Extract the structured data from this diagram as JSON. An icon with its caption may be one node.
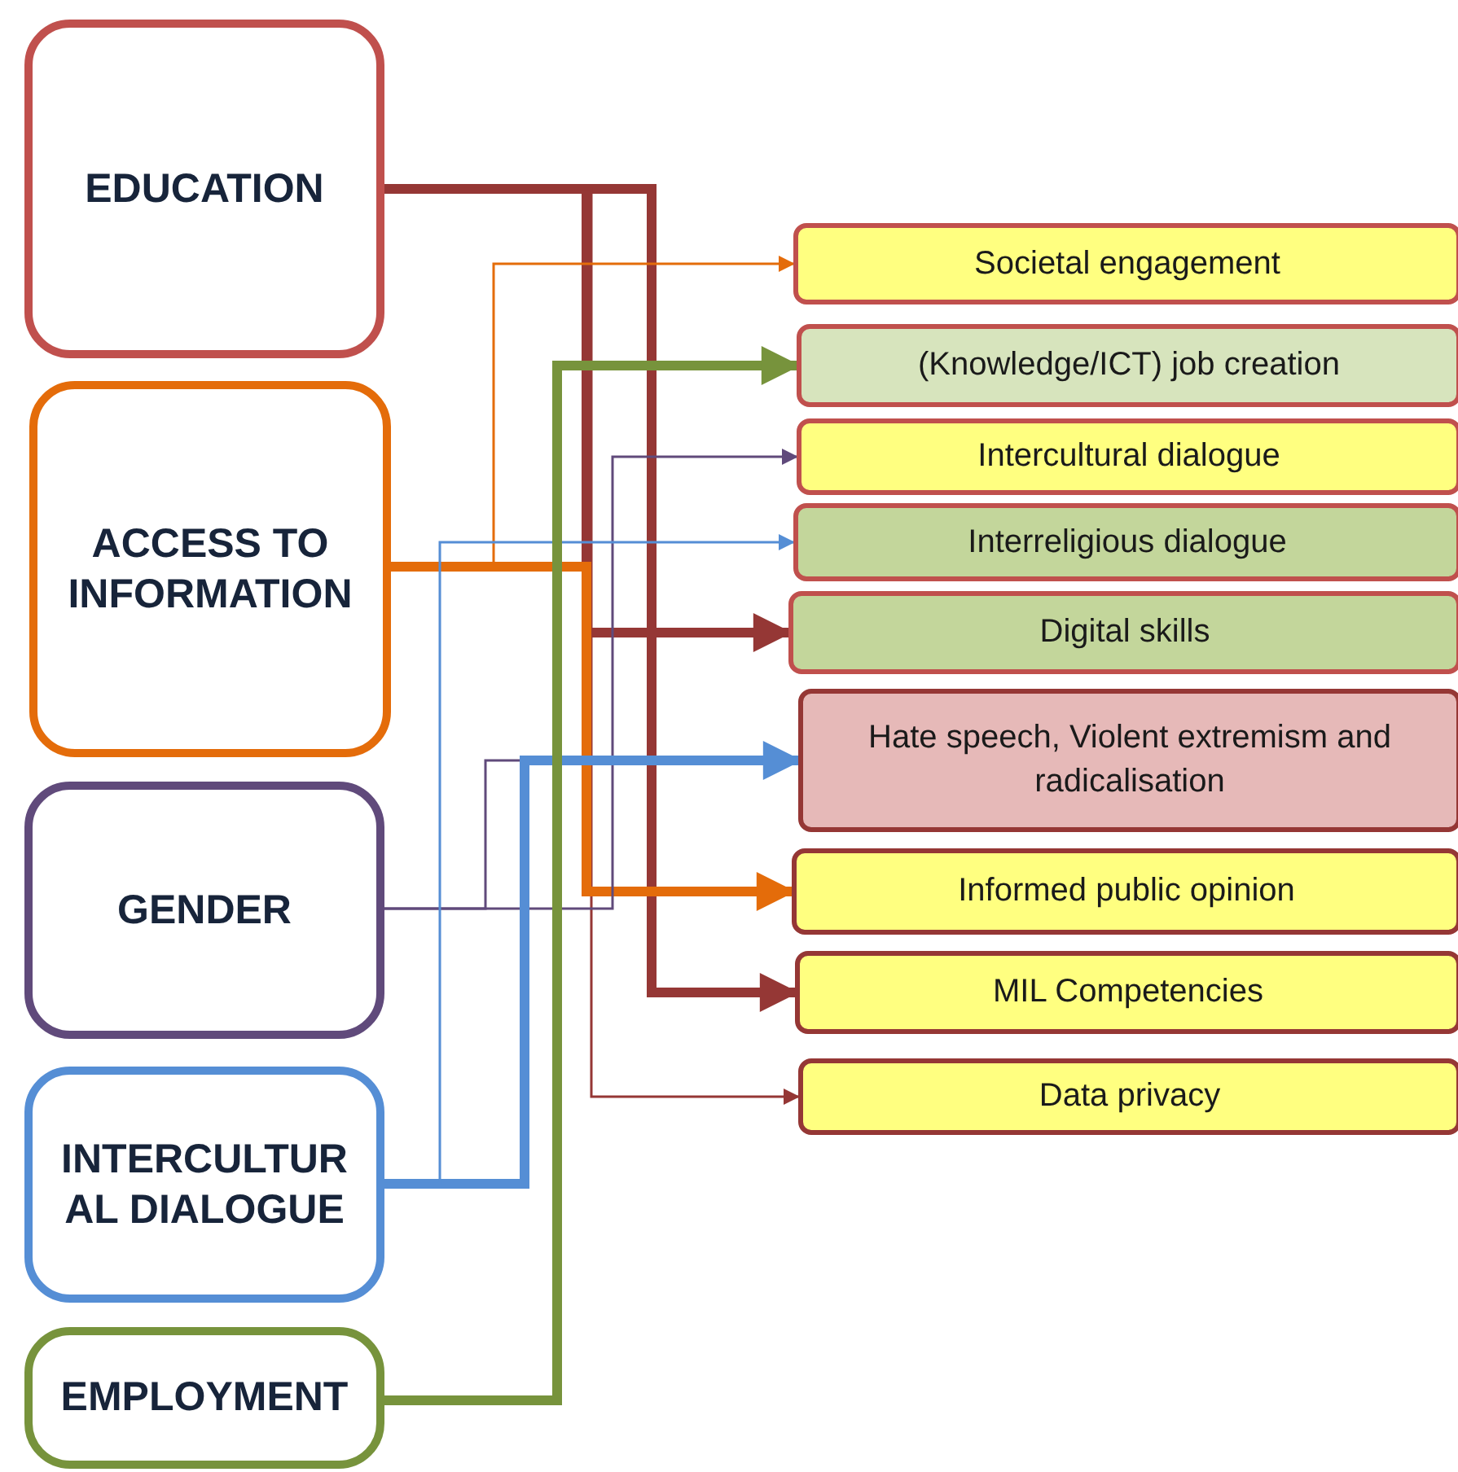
{
  "diagram": {
    "nodes": [
      {
        "text": [
          "EDUCATION"
        ]
      },
      {
        "text": [
          "ACCESS TO INFORMATION"
        ]
      },
      {
        "text": [
          "GENDER"
        ]
      },
      {
        "text": [
          "INTERCULTURAL DIALOGUE"
        ]
      },
      {
        "text": [
          "EMPLOYMENT"
        ]
      },
      {
        "text": [
          "Societal engagement"
        ]
      },
      {
        "text": [
          "(Knowledge/ICT) job creation"
        ]
      },
      {
        "text": [
          "Intercultural dialogue"
        ]
      },
      {
        "text": [
          "Interreligious dialogue"
        ]
      },
      {
        "text": [
          "Digital skills"
        ]
      },
      {
        "text": [
          "Hate speech, Violent extremism and radicalisation"
        ]
      },
      {
        "text": [
          "Informed public opinion"
        ]
      },
      {
        "text": [
          "MIL Competencies"
        ]
      },
      {
        "text": [
          "Data privacy"
        ]
      }
    ],
    "edges": [
      {
        "from": 0,
        "to": 9,
        "arrow": "to",
        "style": "thick",
        "color": "#953735"
      },
      {
        "from": 0,
        "to": 12,
        "arrow": "to",
        "style": "thick",
        "color": "#953735"
      },
      {
        "from": 0,
        "to": 13,
        "arrow": "to",
        "color": "#953735"
      },
      {
        "from": 1,
        "to": 5,
        "arrow": "to",
        "color": "#e46c0a"
      },
      {
        "from": 1,
        "to": 11,
        "arrow": "to",
        "style": "thick",
        "color": "#e46c0a"
      },
      {
        "from": 2,
        "to": 7,
        "arrow": "to",
        "color": "#604a7b"
      },
      {
        "from": 2,
        "to": 10,
        "arrow": "to",
        "color": "#604a7b"
      },
      {
        "from": 3,
        "to": 10,
        "arrow": "to",
        "style": "thick",
        "color": "#558ed5"
      },
      {
        "from": 3,
        "to": 8,
        "arrow": "to",
        "color": "#558ed5"
      },
      {
        "from": 4,
        "to": 6,
        "arrow": "to",
        "style": "thick",
        "color": "#77933c"
      }
    ]
  }
}
